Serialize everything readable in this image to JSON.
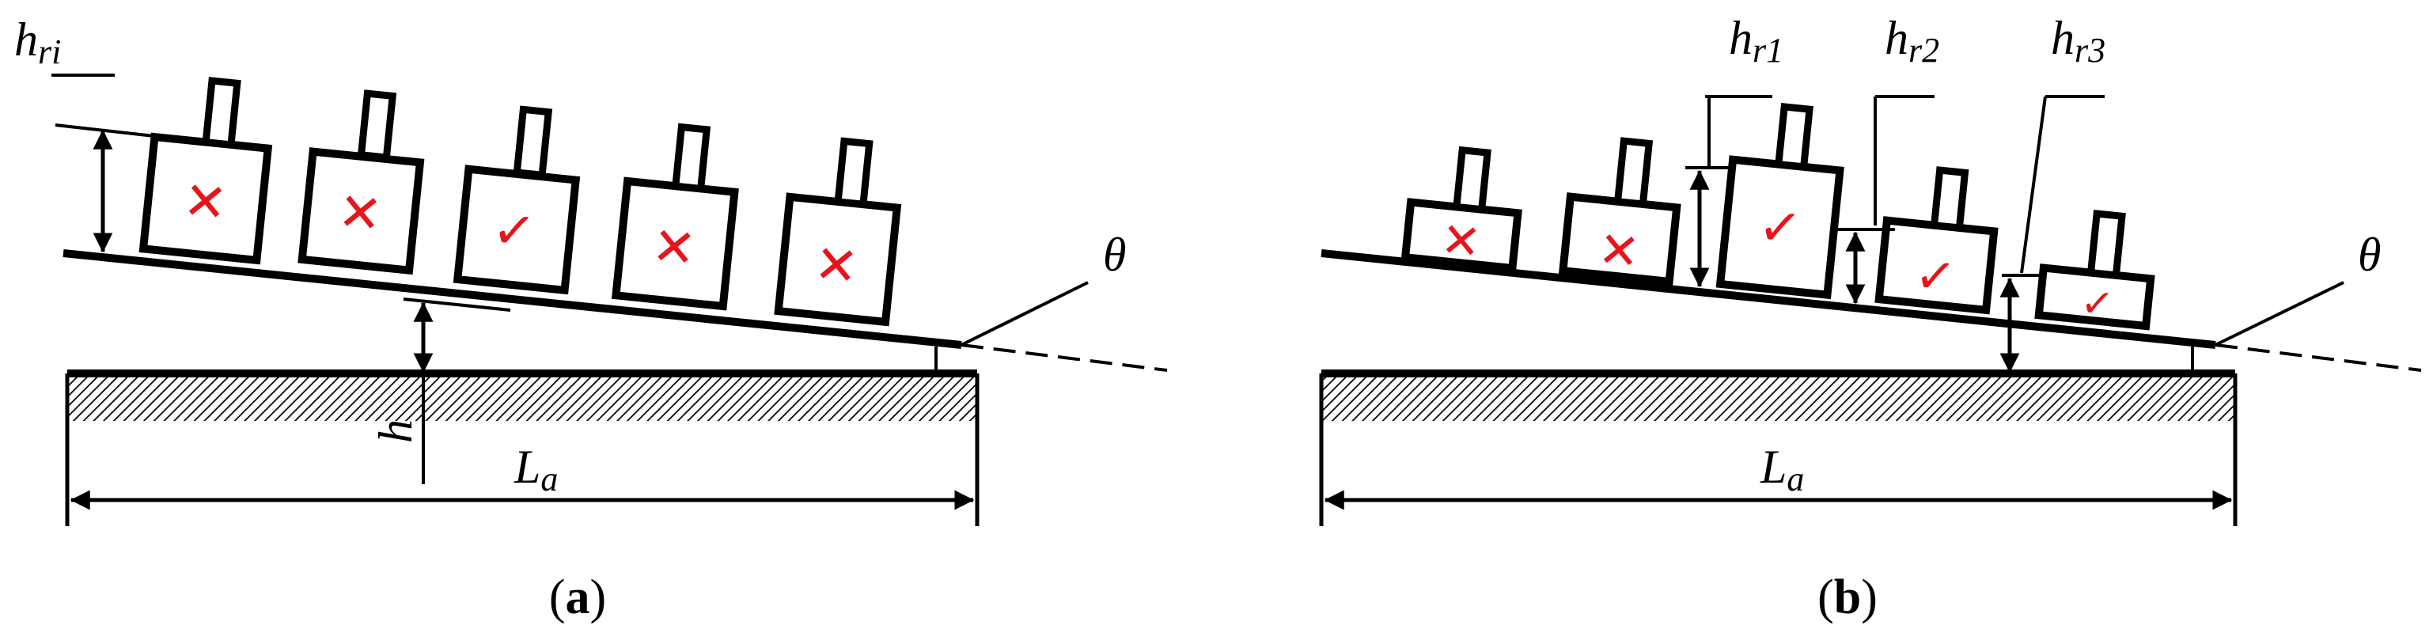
{
  "panel_a": {
    "caption_open": "(",
    "caption_letter": "a",
    "caption_close": ")",
    "label_hri_main": "h",
    "label_hri_sub": "ri",
    "label_h": "h",
    "label_La_main": "L",
    "label_La_sub": "a",
    "label_theta": "θ",
    "block_marks": [
      "✕",
      "✕",
      "✓",
      "✕",
      "✕"
    ]
  },
  "panel_b": {
    "caption_open": "(",
    "caption_letter": "b",
    "caption_close": ")",
    "label_hr1_main": "h",
    "label_hr1_sub": "r1",
    "label_hr2_main": "h",
    "label_hr2_sub": "r2",
    "label_hr3_main": "h",
    "label_hr3_sub": "r3",
    "label_La_main": "L",
    "label_La_sub": "a",
    "label_theta": "θ",
    "block_marks": [
      "✕",
      "✕",
      "✓",
      "✓",
      "✓"
    ]
  },
  "colors": {
    "stroke": "#000000",
    "mark": "#e8141b"
  }
}
